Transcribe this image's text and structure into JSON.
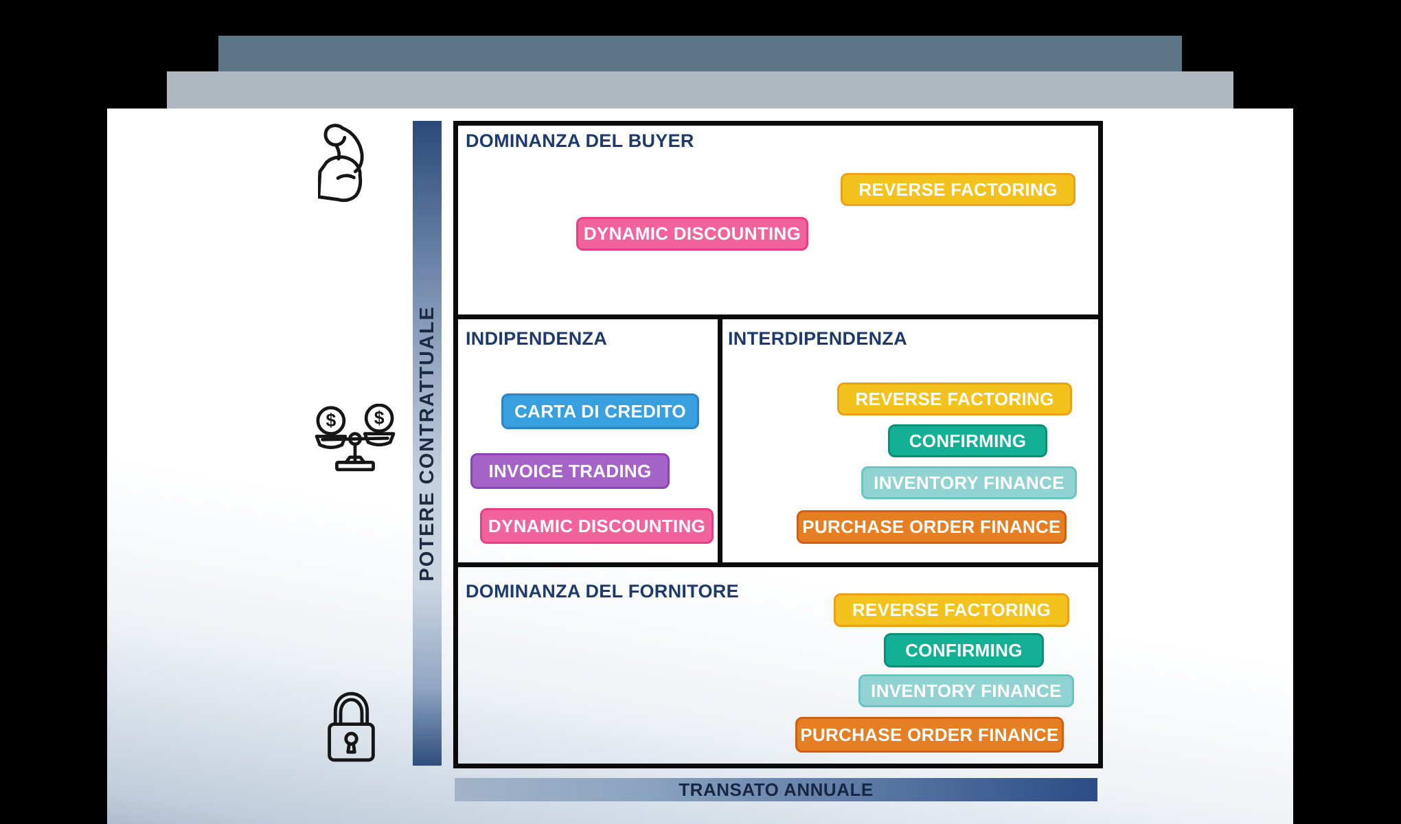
{
  "axes": {
    "y_label": "POTERE CONTRATTUALE",
    "x_label": "TRANSATO ANNUALE"
  },
  "icons": {
    "high_power": "muscle-arm-icon",
    "balanced_power": "balance-scale-icon",
    "low_power": "padlock-icon"
  },
  "quadrants": {
    "buyer_dominance": {
      "title": "DOMINANZA DEL BUYER",
      "pills": [
        {
          "label": "REVERSE FACTORING",
          "color": "yellow"
        },
        {
          "label": "DYNAMIC DISCOUNTING",
          "color": "pink"
        }
      ]
    },
    "independence": {
      "title": "INDIPENDENZA",
      "pills": [
        {
          "label": "CARTA DI CREDITO",
          "color": "blue"
        },
        {
          "label": "INVOICE TRADING",
          "color": "purple"
        },
        {
          "label": "DYNAMIC DISCOUNTING",
          "color": "pink"
        }
      ]
    },
    "interdependence": {
      "title": "INTERDIPENDENZA",
      "pills": [
        {
          "label": "REVERSE FACTORING",
          "color": "yellow"
        },
        {
          "label": "CONFIRMING",
          "color": "teal"
        },
        {
          "label": "INVENTORY FINANCE",
          "color": "light_teal"
        },
        {
          "label": "PURCHASE ORDER FINANCE",
          "color": "orange"
        }
      ]
    },
    "supplier_dominance": {
      "title": "DOMINANZA DEL FORNITORE",
      "pills": [
        {
          "label": "REVERSE FACTORING",
          "color": "yellow"
        },
        {
          "label": "CONFIRMING",
          "color": "teal"
        },
        {
          "label": "INVENTORY FINANCE",
          "color": "light_teal"
        },
        {
          "label": "PURCHASE ORDER FINANCE",
          "color": "orange"
        }
      ]
    }
  },
  "palette": {
    "yellow": {
      "fill": "#f3c21c",
      "border": "#ef9e18"
    },
    "pink": {
      "fill": "#f2639b",
      "border": "#e63e86"
    },
    "blue": {
      "fill": "#39a0df",
      "border": "#2a84c8"
    },
    "purple": {
      "fill": "#a562c7",
      "border": "#8c42b4"
    },
    "teal": {
      "fill": "#14b096",
      "border": "#0b8f77"
    },
    "light_teal": {
      "fill": "#90d3d2",
      "border": "#6cc3c3"
    },
    "orange": {
      "fill": "#e67e24",
      "border": "#d05f10"
    }
  },
  "colors": {
    "quadrant_title": "#1e3a6d",
    "axis_bar_dark": "#2b4a7a",
    "x_bar_right": "#2b4c85",
    "stack_bar_dark": "#5c7688",
    "stack_bar_light": "#b0b9c2"
  }
}
